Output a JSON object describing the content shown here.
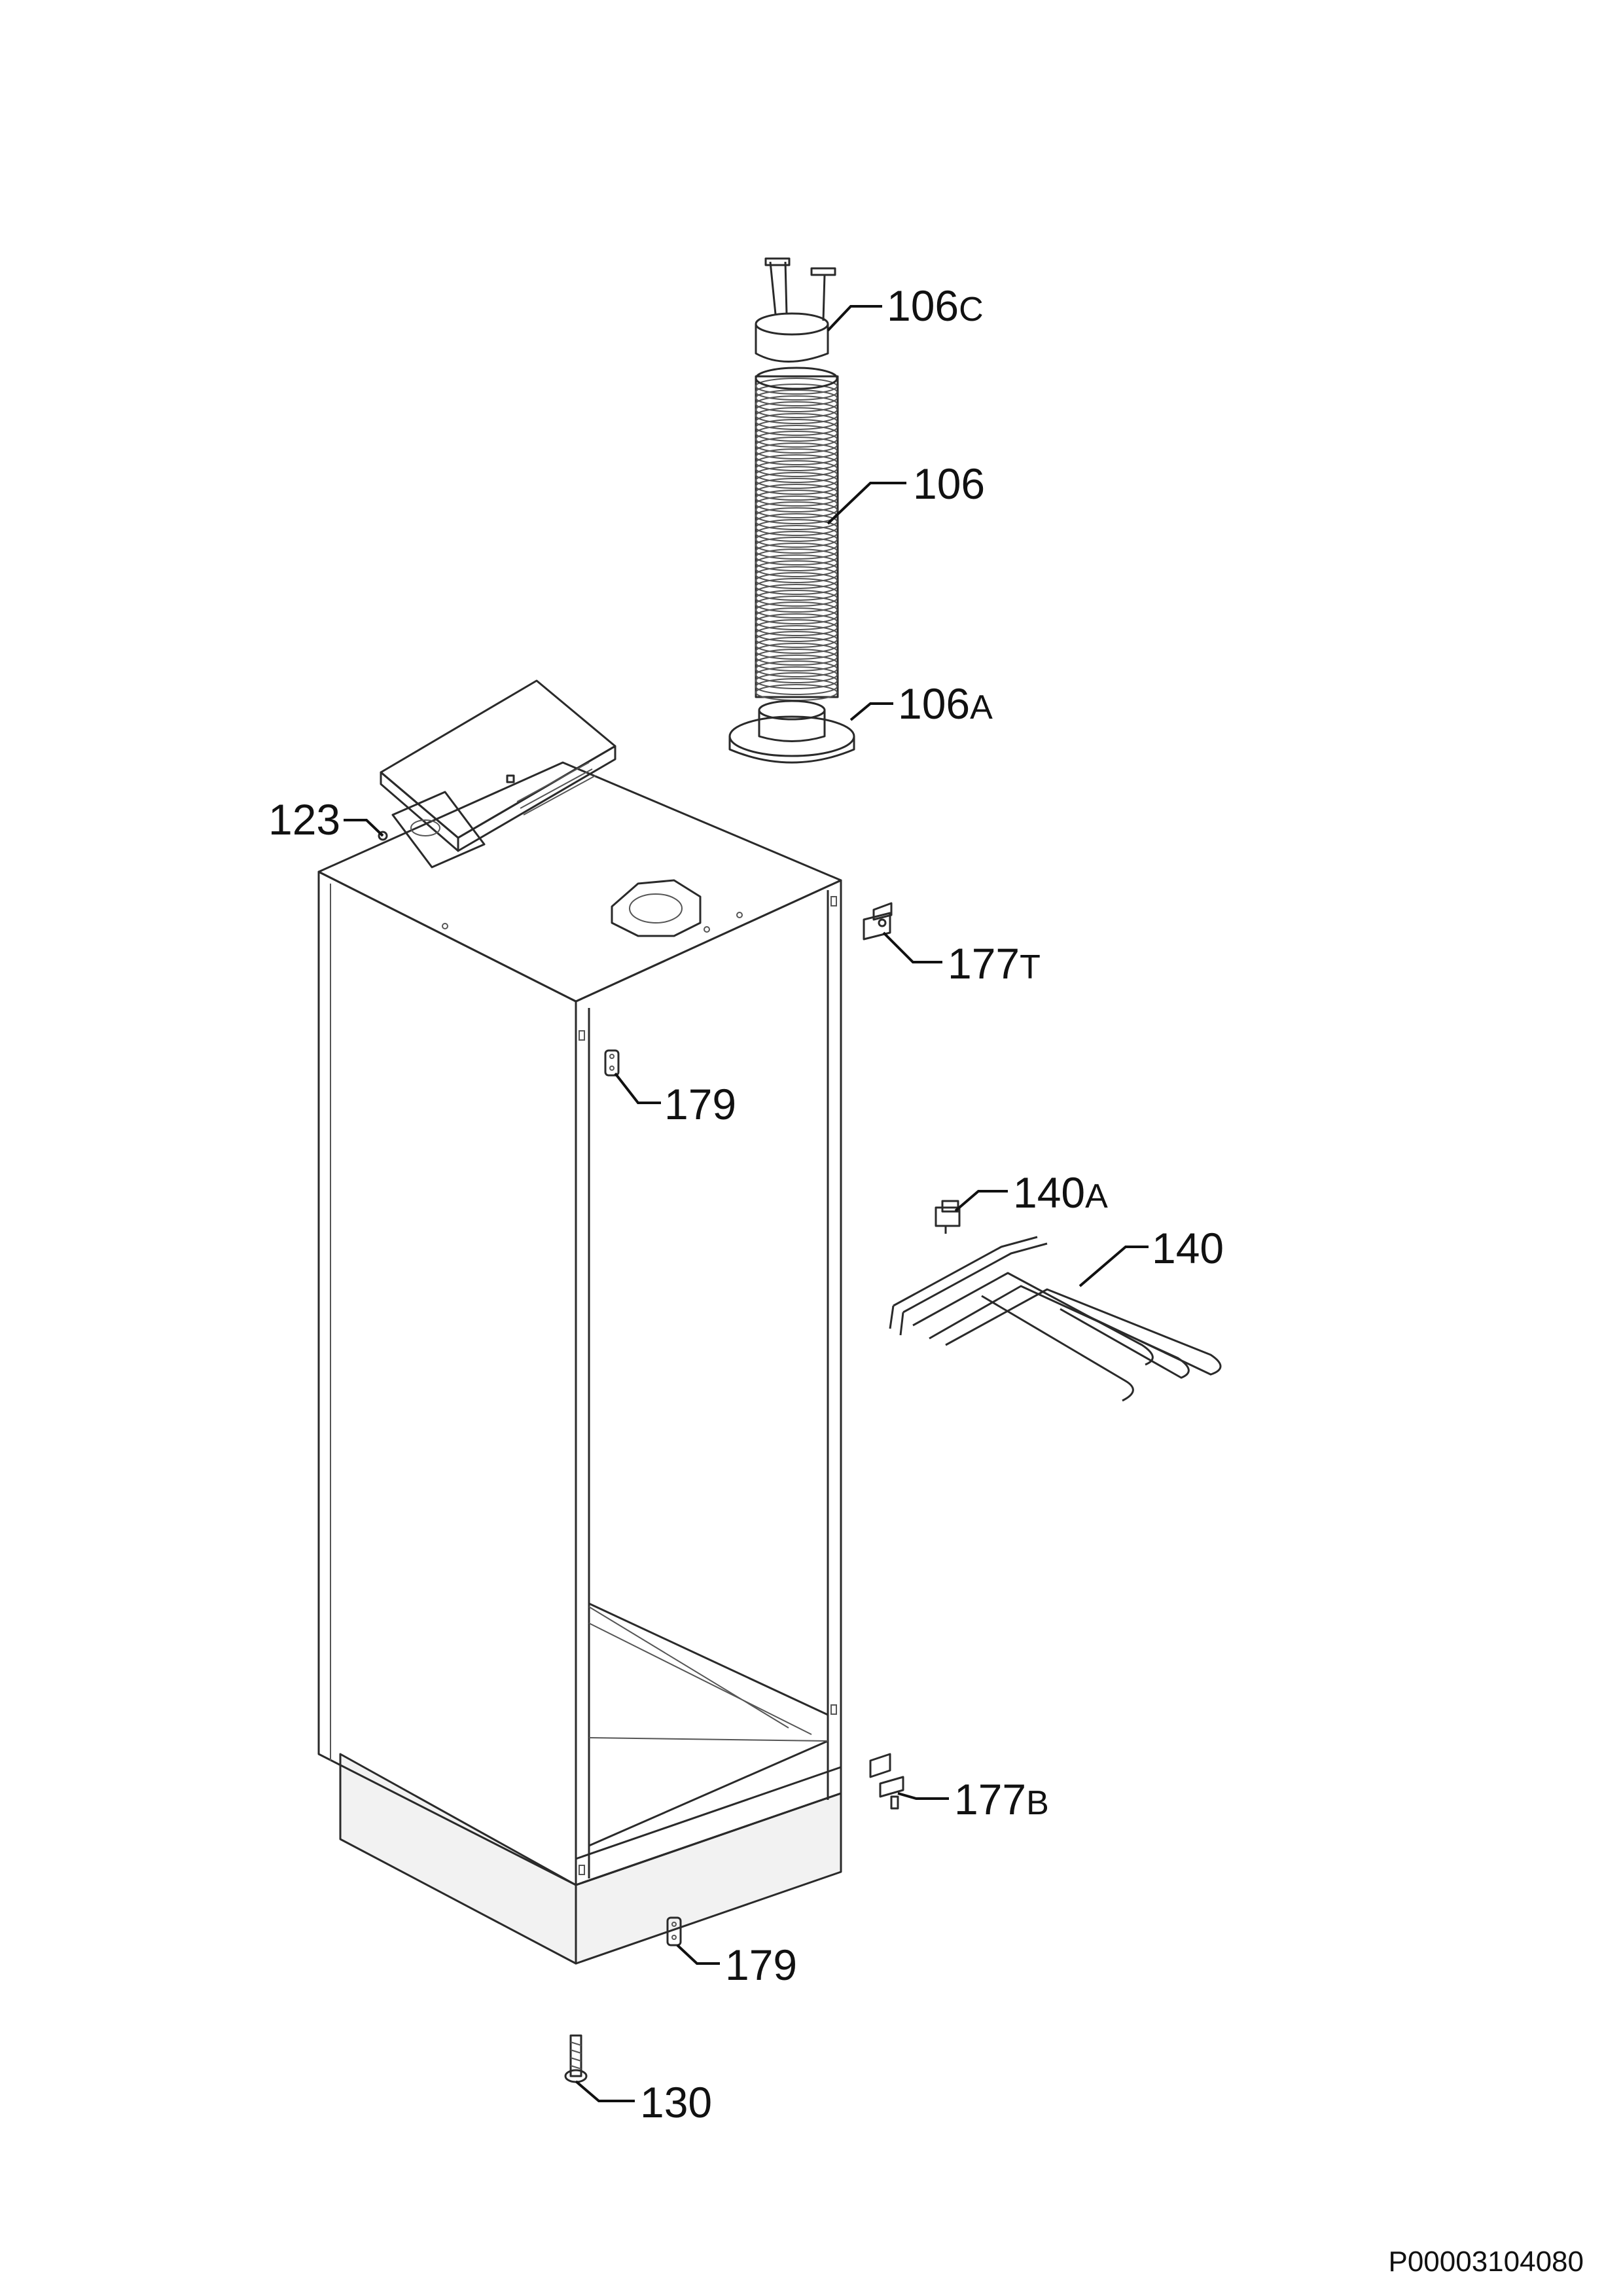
{
  "diagram": {
    "callouts": [
      {
        "id": "106c",
        "main": "106",
        "suffix": "C"
      },
      {
        "id": "106",
        "main": "106",
        "suffix": ""
      },
      {
        "id": "106a",
        "main": "106",
        "suffix": "A"
      },
      {
        "id": "123",
        "main": "123",
        "suffix": ""
      },
      {
        "id": "177t",
        "main": "177",
        "suffix": "T"
      },
      {
        "id": "179-top",
        "main": "179",
        "suffix": ""
      },
      {
        "id": "140a",
        "main": "140",
        "suffix": "A"
      },
      {
        "id": "140",
        "main": "140",
        "suffix": ""
      },
      {
        "id": "177b",
        "main": "177",
        "suffix": "B"
      },
      {
        "id": "179-bottom",
        "main": "179",
        "suffix": ""
      },
      {
        "id": "130",
        "main": "130",
        "suffix": ""
      }
    ],
    "drawing_code": "P00003104080"
  }
}
